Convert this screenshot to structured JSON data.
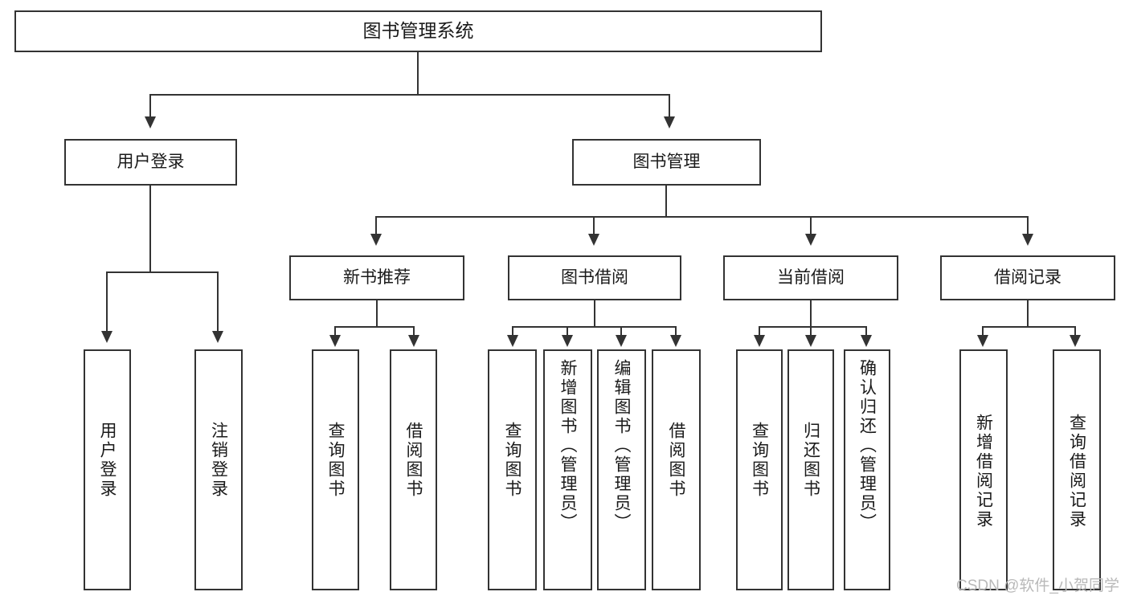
{
  "diagram": {
    "title": "图书管理系统",
    "type": "tree",
    "root": {
      "label": "图书管理系统"
    },
    "level1": [
      {
        "label": "用户登录"
      },
      {
        "label": "图书管理"
      }
    ],
    "level2": [
      {
        "label": "新书推荐"
      },
      {
        "label": "图书借阅"
      },
      {
        "label": "当前借阅"
      },
      {
        "label": "借阅记录"
      }
    ],
    "leaves": {
      "user_login": [
        {
          "label": "用户登录"
        },
        {
          "label": "注销登录"
        }
      ],
      "new_book_recommend": [
        {
          "label": "查询图书"
        },
        {
          "label": "借阅图书"
        }
      ],
      "book_borrow": [
        {
          "label": "查询图书"
        },
        {
          "label": "新增图书（管理员）"
        },
        {
          "label": "编辑图书（管理员）"
        },
        {
          "label": "借阅图书"
        }
      ],
      "current_borrow": [
        {
          "label": "查询图书"
        },
        {
          "label": "归还图书"
        },
        {
          "label": "确认归还（管理员）"
        }
      ],
      "borrow_record": [
        {
          "label": "新增借阅记录"
        },
        {
          "label": "查询借阅记录"
        }
      ]
    }
  },
  "watermark": {
    "text": "CSDN @软件_小贺同学"
  },
  "colors": {
    "stroke": "#333333",
    "fill": "#ffffff",
    "text": "#1a1a1a",
    "watermark": "#b9b9b9"
  }
}
